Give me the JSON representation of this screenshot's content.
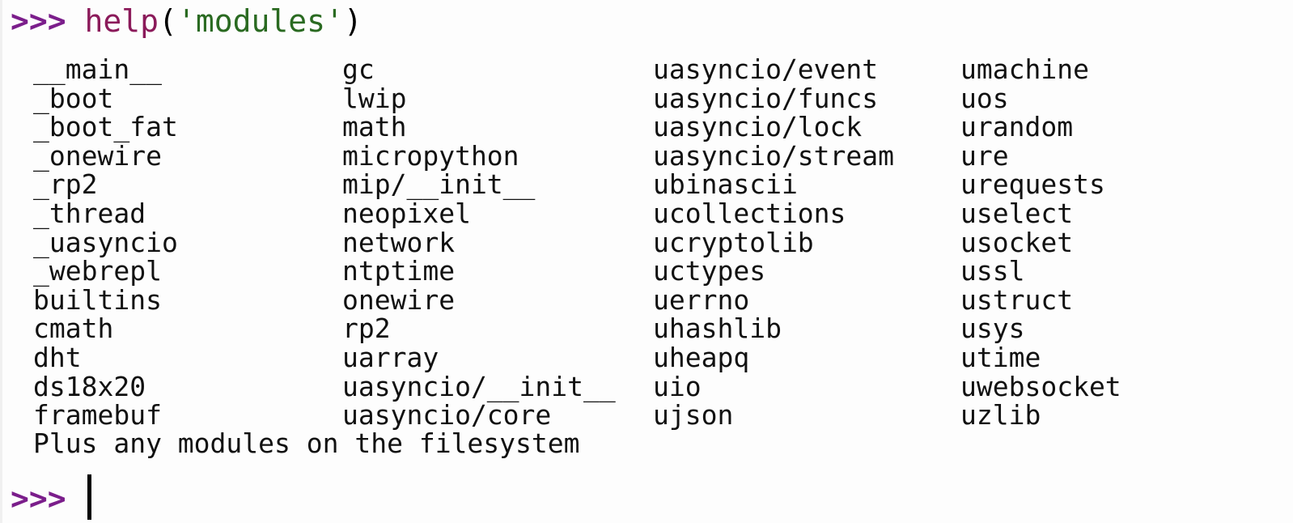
{
  "terminal": {
    "background_color": "#fdfdfd",
    "foreground_color": "#111111"
  },
  "command_line": {
    "prompt": ">>>",
    "space": " ",
    "function_name": "help",
    "open_paren": "(",
    "string_argument": "'modules'",
    "close_paren": ")",
    "prompt_color": "#7b1e8b",
    "function_color": "#8b1a5a",
    "string_color": "#2a6a21",
    "punct_color": "#000000"
  },
  "module_grid": {
    "columns": 4,
    "rows": [
      [
        "__main__",
        "gc",
        "uasyncio/event",
        "umachine"
      ],
      [
        "_boot",
        "lwip",
        "uasyncio/funcs",
        "uos"
      ],
      [
        "_boot_fat",
        "math",
        "uasyncio/lock",
        "urandom"
      ],
      [
        "_onewire",
        "micropython",
        "uasyncio/stream",
        "ure"
      ],
      [
        "_rp2",
        "mip/__init__",
        "ubinascii",
        "urequests"
      ],
      [
        "_thread",
        "neopixel",
        "ucollections",
        "uselect"
      ],
      [
        "_uasyncio",
        "network",
        "ucryptolib",
        "usocket"
      ],
      [
        "_webrepl",
        "ntptime",
        "uctypes",
        "ussl"
      ],
      [
        "builtins",
        "onewire",
        "uerrno",
        "ustruct"
      ],
      [
        "cmath",
        "rp2",
        "uhashlib",
        "usys"
      ],
      [
        "dht",
        "uarray",
        "uheapq",
        "utime"
      ],
      [
        "ds18x20",
        "uasyncio/__init__",
        "uio",
        "uwebsocket"
      ],
      [
        "framebuf",
        "uasyncio/core",
        "ujson",
        "uzlib"
      ]
    ]
  },
  "footer": {
    "note": "Plus any modules on the filesystem"
  },
  "new_prompt": {
    "prompt": ">>>",
    "input_value": "",
    "cursor_visible": true
  }
}
